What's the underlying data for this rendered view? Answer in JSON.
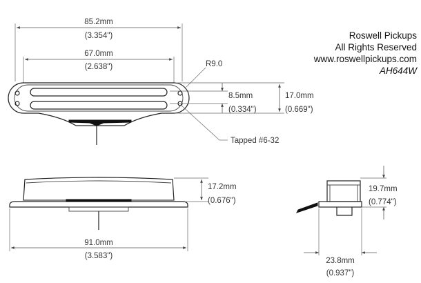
{
  "company": {
    "name": "Roswell Pickups",
    "rights": "All Rights Reserved",
    "website": "www.roswellpickups.com",
    "model": "AH644W"
  },
  "top_view": {
    "overall_length_mm": "85.2mm",
    "overall_length_in": "(3.354\")",
    "pole_span_mm": "67.0mm",
    "pole_span_in": "(2.638\")",
    "radius": "R9.0",
    "blade_gap_mm": "8.5mm",
    "blade_gap_in": "(0.334\")",
    "width_mm": "17.0mm",
    "width_in": "(0.669\")",
    "tap": "Tapped #6-32"
  },
  "side_view": {
    "height_mm": "17.2mm",
    "height_in": "(0.676\")",
    "base_length_mm": "91.0mm",
    "base_length_in": "(3.583\")"
  },
  "end_view": {
    "height_mm": "19.7mm",
    "height_in": "(0.774\")",
    "width_mm": "23.8mm",
    "width_in": "(0.937\")"
  }
}
